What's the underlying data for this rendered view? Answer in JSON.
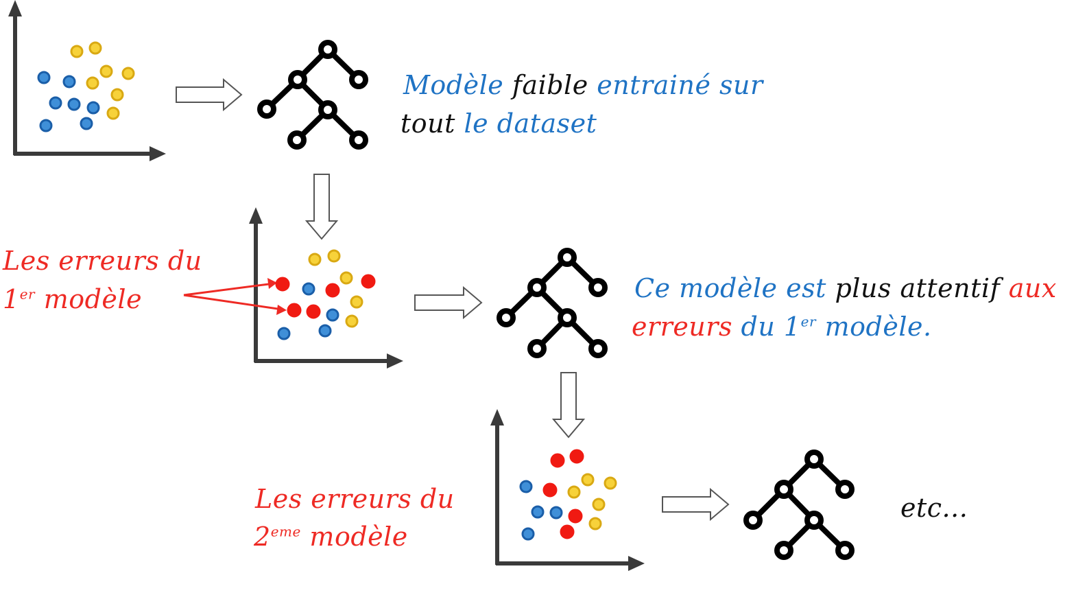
{
  "colors": {
    "blue_point": "#3f8fd8",
    "blue_point_stroke": "#1a5ea8",
    "yellow_point": "#f7d23a",
    "yellow_point_stroke": "#d9a913",
    "red_point": "#f01a12",
    "axis": "#3a3a3a",
    "tree": "#000000",
    "text_blue": "#1f73c4",
    "text_red": "#ee2a24",
    "text_black": "#111111"
  },
  "step1": {
    "line1_a": "Modèle",
    "line1_b": "faible",
    "line1_c": "entrainé sur",
    "line2_a": "tout",
    "line2_b": "le dataset"
  },
  "errors1": {
    "line1": "Les erreurs du",
    "line2_num": "1",
    "line2_sup": "er",
    "line2_rest": "modèle"
  },
  "step2": {
    "line1_a": "Ce modèle est",
    "line1_b": "plus attentif",
    "line1_c": "aux",
    "line2_a": "erreurs",
    "line2_b": "du 1",
    "line2_sup": "er",
    "line2_c": "modèle."
  },
  "errors2": {
    "line1": "Les erreurs du",
    "line2_num": "2",
    "line2_sup": "eme",
    "line2_rest": "modèle"
  },
  "etc": "etc..."
}
